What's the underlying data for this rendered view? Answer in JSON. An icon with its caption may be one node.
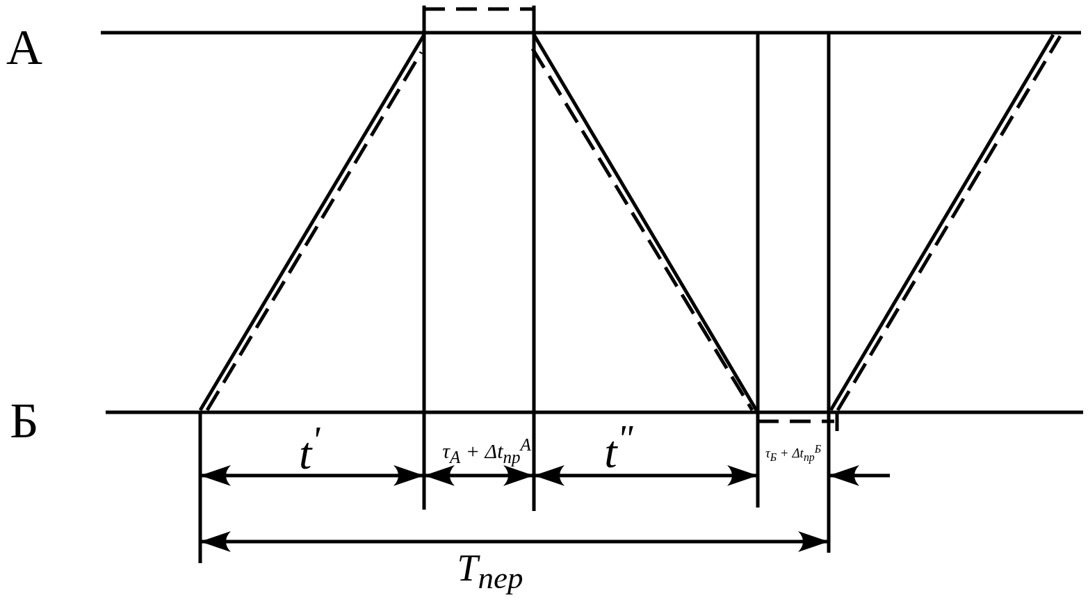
{
  "diagram": {
    "labels": [
      "А",
      "Б",
      "t$^{'}$",
      "τ$_{А}$ + Δt$_{пр}$$^{А}$",
      "t$^{\"}$",
      "τ$_{Б}$ + Δt$_{пр}$$^{Б}$",
      "T$_{пер}$"
    ]
  }
}
